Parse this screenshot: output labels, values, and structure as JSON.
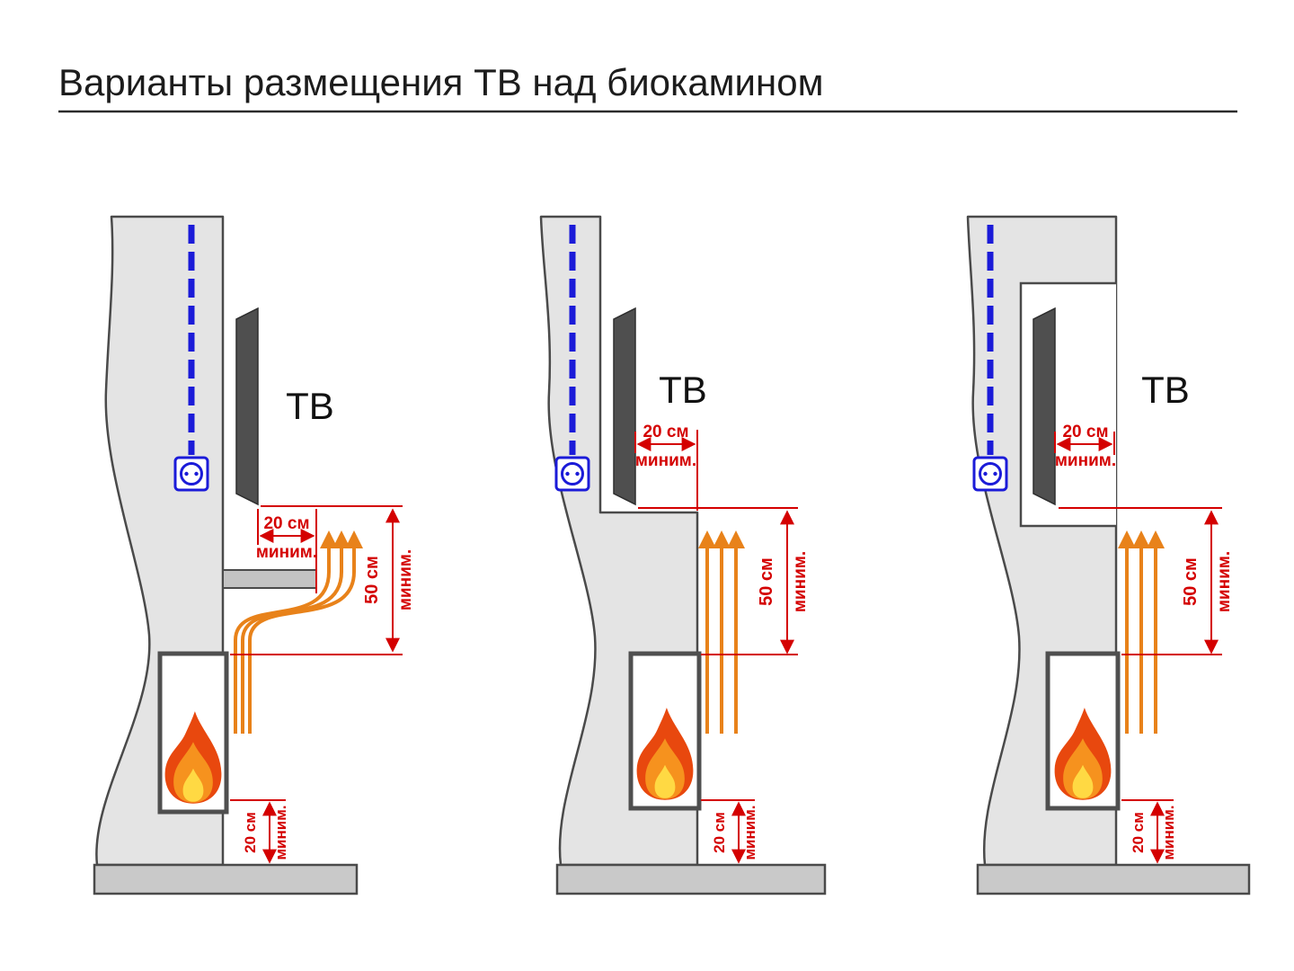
{
  "title": "Варианты размещения ТВ над биокамином",
  "labels": {
    "tv": "ТВ",
    "dist20": "20 см",
    "dist50": "50 см",
    "minimum": "миним."
  },
  "colors": {
    "wall": "#e4e4e4",
    "floor": "#c9c9c9",
    "outline": "#4a4a4a",
    "tv": "#4f4f4f",
    "cable_blue": "#1b1bd8",
    "dimension_red": "#d40000",
    "heat_orange": "#e8821a",
    "flame_outer": "#e8480e",
    "flame_mid": "#f6921e",
    "flame_inner": "#ffd943"
  }
}
